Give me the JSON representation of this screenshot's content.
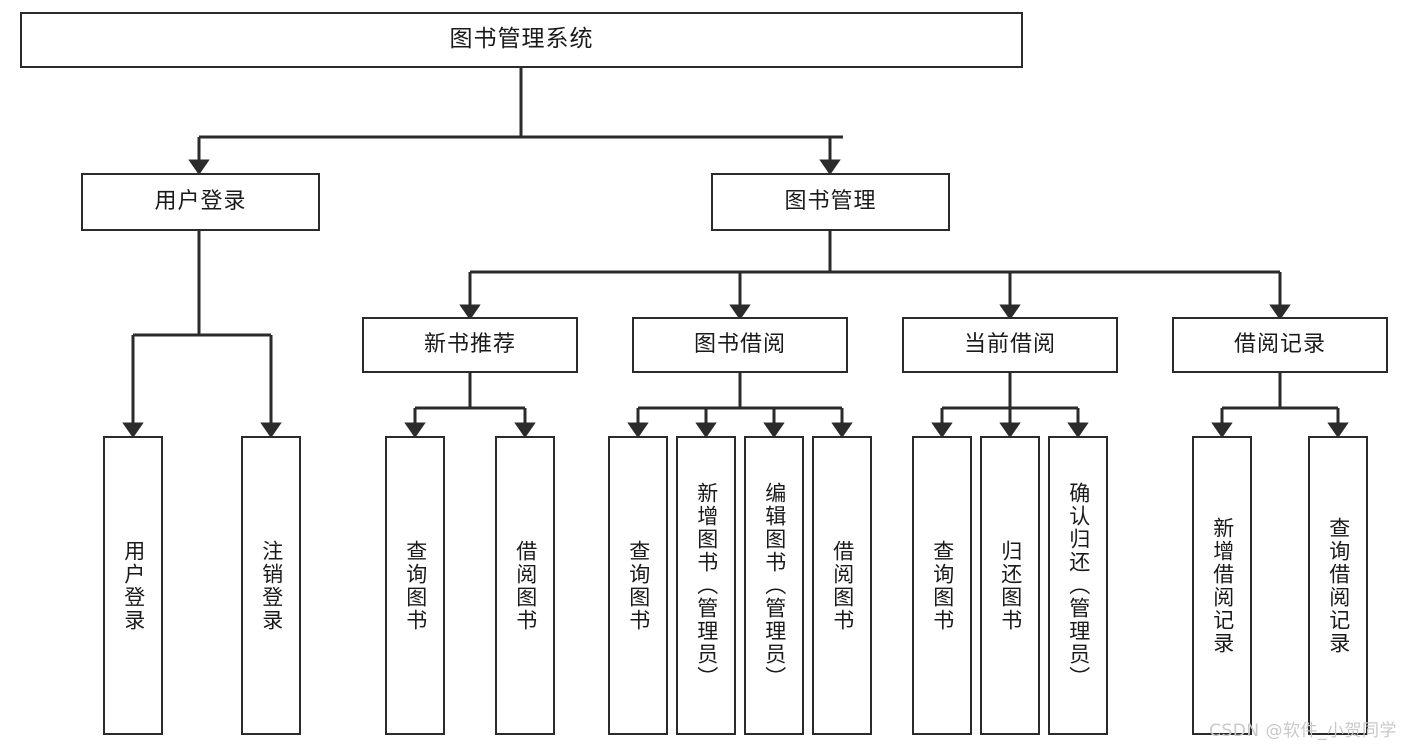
{
  "diagram": {
    "title": "图书管理系统",
    "type": "tree-hierarchy-chart",
    "colors": {
      "box_border": "#2b2b2b",
      "box_fill": "#ffffff",
      "line": "#2b2b2b",
      "text": "#1a1a1a",
      "watermark": "#c9c9c9",
      "background": "#ffffff"
    },
    "root": {
      "label": "图书管理系统"
    },
    "level1": [
      {
        "id": "user-login",
        "label": "用户登录"
      },
      {
        "id": "book-manage",
        "label": "图书管理"
      }
    ],
    "level2": [
      {
        "id": "new-book-recommend",
        "label": "新书推荐",
        "parent": "book-manage"
      },
      {
        "id": "book-borrow",
        "label": "图书借阅",
        "parent": "book-manage"
      },
      {
        "id": "current-borrow",
        "label": "当前借阅",
        "parent": "book-manage"
      },
      {
        "id": "borrow-record",
        "label": "借阅记录",
        "parent": "book-manage"
      }
    ],
    "leaves": {
      "user-login": [
        {
          "id": "leaf-user-login",
          "label": "用户登录"
        },
        {
          "id": "leaf-user-logout",
          "label": "注销登录"
        }
      ],
      "new-book-recommend": [
        {
          "id": "leaf-query-book-1",
          "label": "查询图书"
        },
        {
          "id": "leaf-borrow-book-1",
          "label": "借阅图书"
        }
      ],
      "book-borrow": [
        {
          "id": "leaf-query-book-2",
          "label": "查询图书"
        },
        {
          "id": "leaf-add-book",
          "label": "新增图书（管理员）"
        },
        {
          "id": "leaf-edit-book",
          "label": "编辑图书（管理员）"
        },
        {
          "id": "leaf-borrow-book-2",
          "label": "借阅图书"
        }
      ],
      "current-borrow": [
        {
          "id": "leaf-query-book-3",
          "label": "查询图书"
        },
        {
          "id": "leaf-return-book",
          "label": "归还图书"
        },
        {
          "id": "leaf-confirm-return",
          "label": "确认归还（管理员）"
        }
      ],
      "borrow-record": [
        {
          "id": "leaf-add-record",
          "label": "新增借阅记录"
        },
        {
          "id": "leaf-query-record",
          "label": "查询借阅记录"
        }
      ]
    },
    "watermark": "CSDN @软件_小贺同学"
  }
}
